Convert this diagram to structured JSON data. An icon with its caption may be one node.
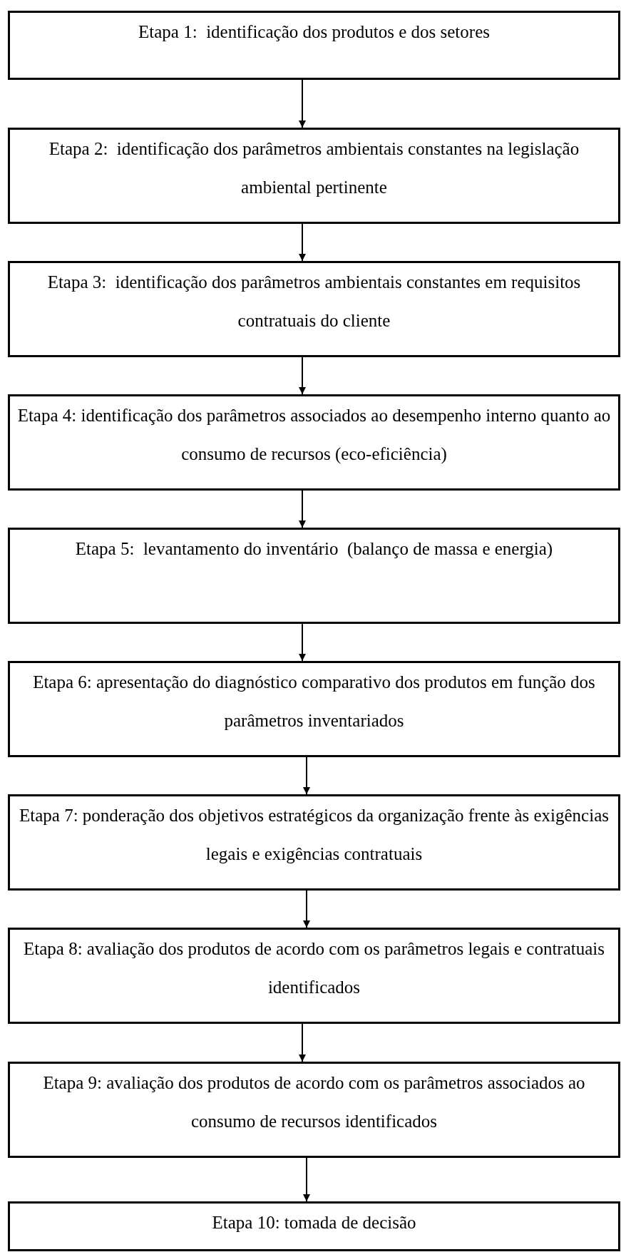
{
  "diagram": {
    "nodes": [
      {
        "text": [
          "Etapa 1:  identificação dos produtos e dos setores"
        ]
      },
      {
        "text": [
          "Etapa 2:  identificação dos parâmetros ambientais constantes na legislação ambiental pertinente"
        ]
      },
      {
        "text": [
          "Etapa 3:  identificação dos parâmetros ambientais constantes em requisitos contratuais do cliente"
        ]
      },
      {
        "text": [
          "Etapa 4: identificação dos parâmetros associados ao desempenho interno quanto ao consumo de recursos (eco-eficiência)"
        ]
      },
      {
        "text": [
          "Etapa 5:  levantamento do inventário  (balanço de massa e energia)"
        ]
      },
      {
        "text": [
          "Etapa 6: apresentação do diagnóstico comparativo dos produtos em função dos parâmetros inventariados"
        ]
      },
      {
        "text": [
          "Etapa 7: ponderação dos objetivos estratégicos da organização frente às exigências legais e exigências contratuais"
        ]
      },
      {
        "text": [
          "Etapa 8: avaliação dos produtos de acordo com os parâmetros legais e contratuais identificados"
        ]
      },
      {
        "text": [
          "Etapa 9: avaliação dos produtos de acordo com os parâmetros associados ao consumo de recursos identificados"
        ]
      },
      {
        "text": [
          "Etapa 10: tomada de decisão"
        ]
      }
    ],
    "edges": [
      {
        "from": 0,
        "to": 1,
        "arrow": "to"
      },
      {
        "from": 1,
        "to": 2,
        "arrow": "to"
      },
      {
        "from": 2,
        "to": 3,
        "arrow": "to"
      },
      {
        "from": 3,
        "to": 4,
        "arrow": "to"
      },
      {
        "from": 4,
        "to": 5,
        "arrow": "to"
      },
      {
        "from": 5,
        "to": 6,
        "arrow": "to"
      },
      {
        "from": 6,
        "to": 7,
        "arrow": "to"
      },
      {
        "from": 7,
        "to": 8,
        "arrow": "to"
      },
      {
        "from": 8,
        "to": 9,
        "arrow": "to"
      }
    ]
  }
}
